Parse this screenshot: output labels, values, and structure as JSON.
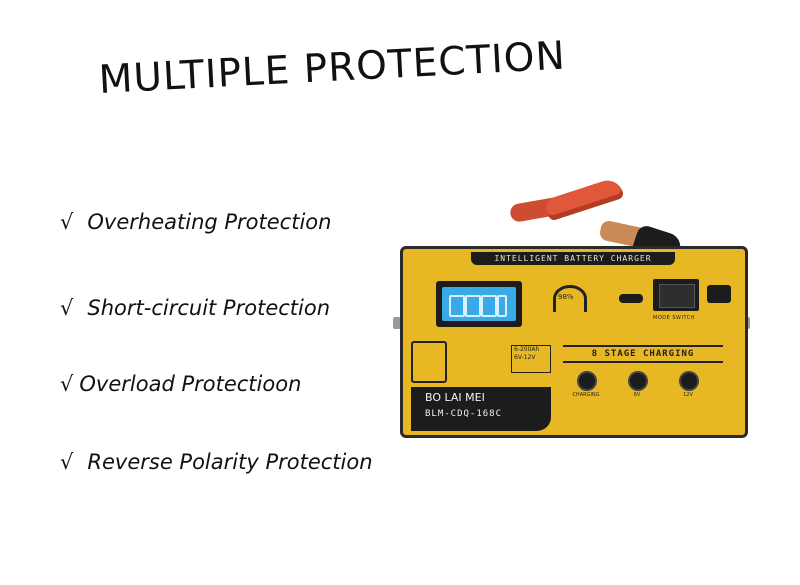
{
  "title": "MULTIPLE PROTECTION",
  "features": [
    {
      "check": "√",
      "label": "Overheating Protection"
    },
    {
      "check": "√",
      "label": "Short-circuit Protection"
    },
    {
      "check": "√",
      "label": "Overload Protectioon"
    },
    {
      "check": "√",
      "label": "Reverse Polarity  Protection"
    }
  ],
  "product": {
    "panel_header": "INTELLIGENT BATTERY CHARGER",
    "efficiency": "98%",
    "switch_label": "MODE SWITCH",
    "stage_label": "8 STAGE CHARGING",
    "indicators": [
      "CHARGING",
      "6V",
      "12V"
    ],
    "spec_lines": [
      "6-200Ah",
      "6V-12V"
    ],
    "brand": "BO LAI MEI",
    "model": "BLM-CDQ-168C",
    "colors": {
      "body": "#e8b824",
      "lcd": "#3aa9e8",
      "clamp_red": "#e0573a"
    }
  }
}
